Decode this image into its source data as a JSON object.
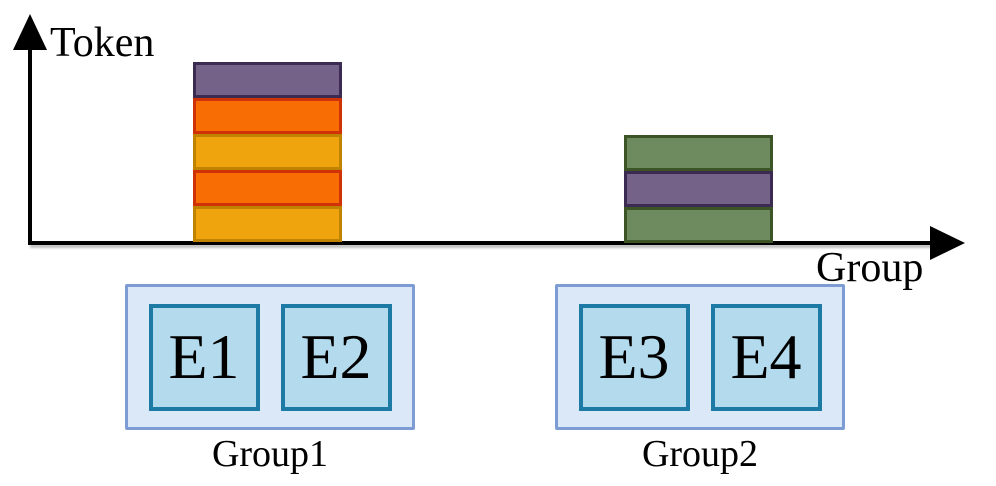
{
  "axes": {
    "y_label": "Token",
    "x_label": "Group"
  },
  "chart_data": {
    "type": "bar",
    "stacked": true,
    "xlabel": "Group",
    "ylabel": "Token",
    "categories": [
      "Group1",
      "Group2"
    ],
    "bars": [
      {
        "category": "Group1",
        "segments_bottom_to_top": [
          "amber",
          "orange",
          "amber",
          "orange",
          "purple"
        ],
        "block_count": 5
      },
      {
        "category": "Group2",
        "segments_bottom_to_top": [
          "green",
          "purple",
          "green"
        ],
        "block_count": 3
      }
    ],
    "numeric_axis_labels": false,
    "legend": false,
    "note": "Conceptual axes with arrowheads; no numeric scale, equal-height colored token blocks"
  },
  "groups": [
    {
      "label": "Group1",
      "experts": [
        "E1",
        "E2"
      ]
    },
    {
      "label": "Group2",
      "experts": [
        "E3",
        "E4"
      ]
    }
  ],
  "colors": {
    "amber_fill": "#efa40e",
    "amber_border": "#bf8300",
    "orange_fill": "#f96d05",
    "orange_border": "#d03207",
    "purple_fill": "#746289",
    "purple_border": "#3b2b53",
    "green_fill": "#6e8b60",
    "green_border": "#3c5426",
    "axis_color": "#000000",
    "text_color": "#000000",
    "group_box_fill": "#dbe8f8",
    "group_box_border": "#7e9cd4",
    "expert_fill": "#b3dbed",
    "expert_border": "#1d7aa4"
  }
}
